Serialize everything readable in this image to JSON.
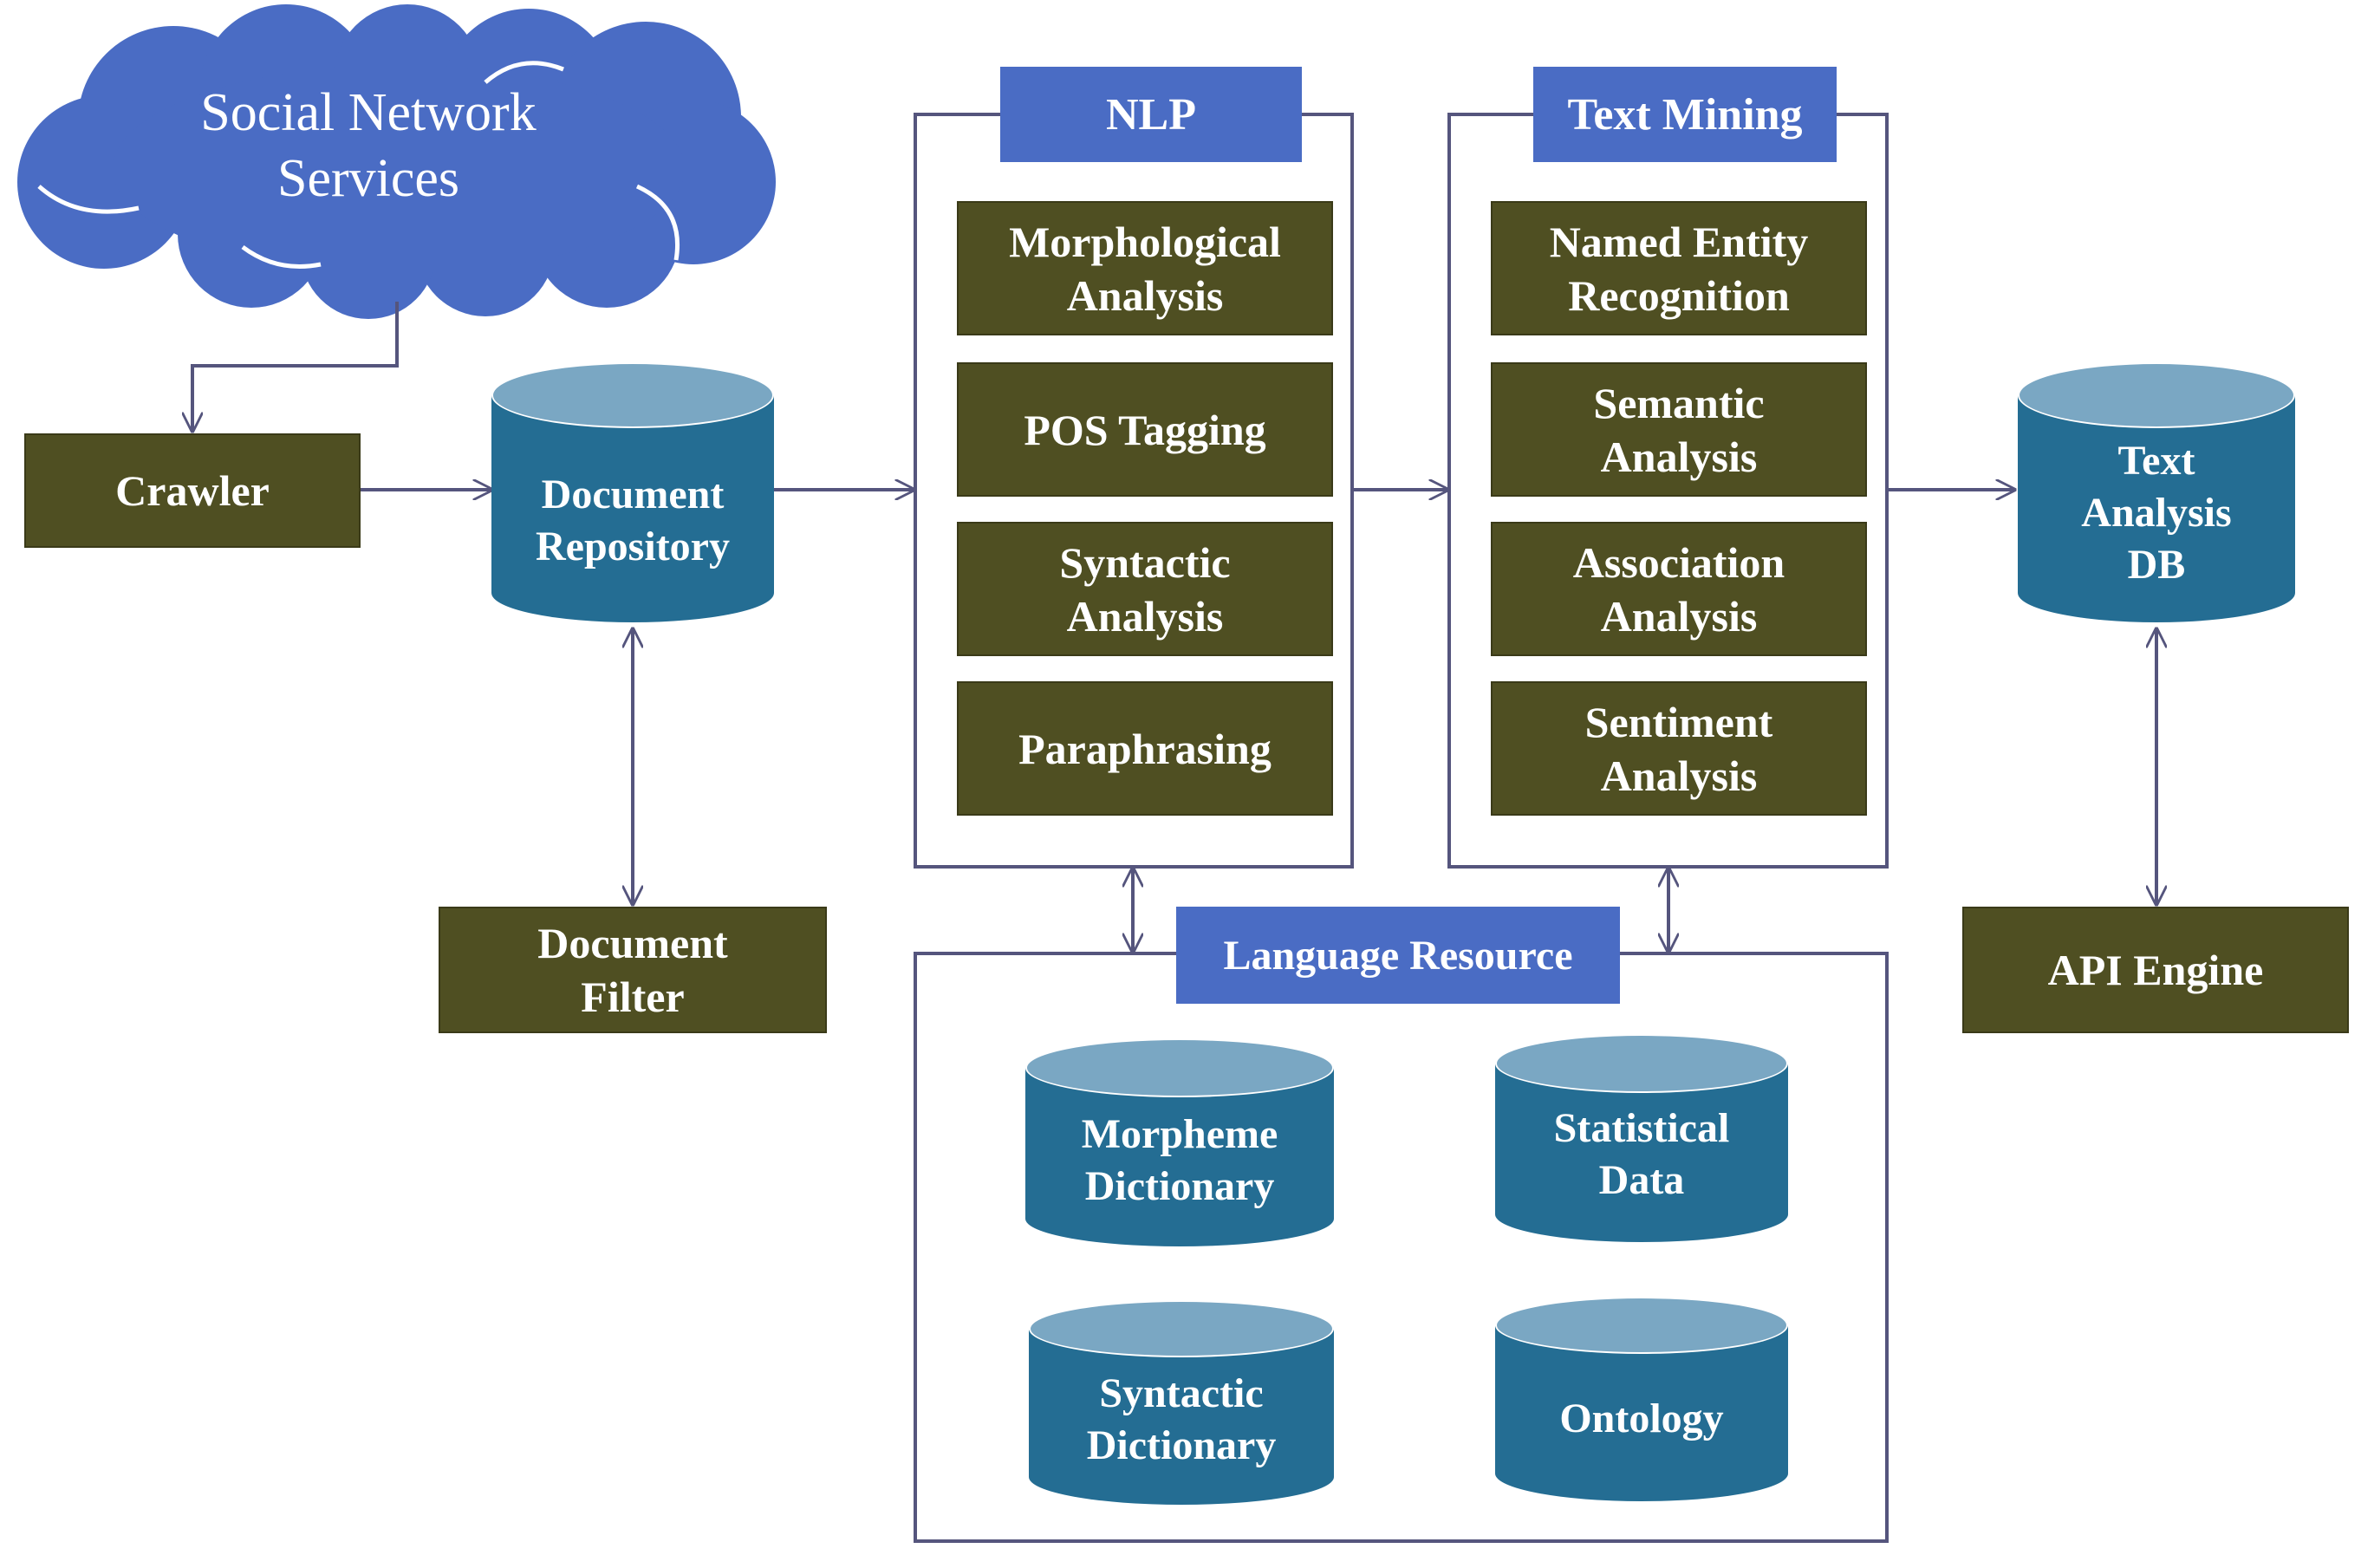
{
  "cloud": {
    "label": "Social Network\nServices"
  },
  "crawler": {
    "label": "Crawler"
  },
  "document_repository": {
    "label": "Document\nRepository"
  },
  "document_filter": {
    "label": "Document\nFilter"
  },
  "nlp": {
    "title": "NLP",
    "items": [
      {
        "label": "Morphological\nAnalysis"
      },
      {
        "label": "POS Tagging"
      },
      {
        "label": "Syntactic\nAnalysis"
      },
      {
        "label": "Paraphrasing"
      }
    ]
  },
  "text_mining": {
    "title": "Text Mining",
    "items": [
      {
        "label": "Named Entity\nRecognition"
      },
      {
        "label": "Semantic\nAnalysis"
      },
      {
        "label": "Association\nAnalysis"
      },
      {
        "label": "Sentiment\nAnalysis"
      }
    ]
  },
  "text_analysis_db": {
    "label": "Text\nAnalysis\nDB"
  },
  "api_engine": {
    "label": "API  Engine"
  },
  "language_resource": {
    "title": "Language Resource",
    "items": [
      {
        "label": "Morpheme\nDictionary"
      },
      {
        "label": "Statistical\nData"
      },
      {
        "label": "Syntactic\nDictionary"
      },
      {
        "label": "Ontology"
      }
    ]
  },
  "colors": {
    "process_box": "#4f4f22",
    "header": "#4a6cc4",
    "cylinder_body": "#246d93",
    "cylinder_top": "#7aa7c3",
    "cloud": "#4a6cc4",
    "connector": "#55557d"
  }
}
